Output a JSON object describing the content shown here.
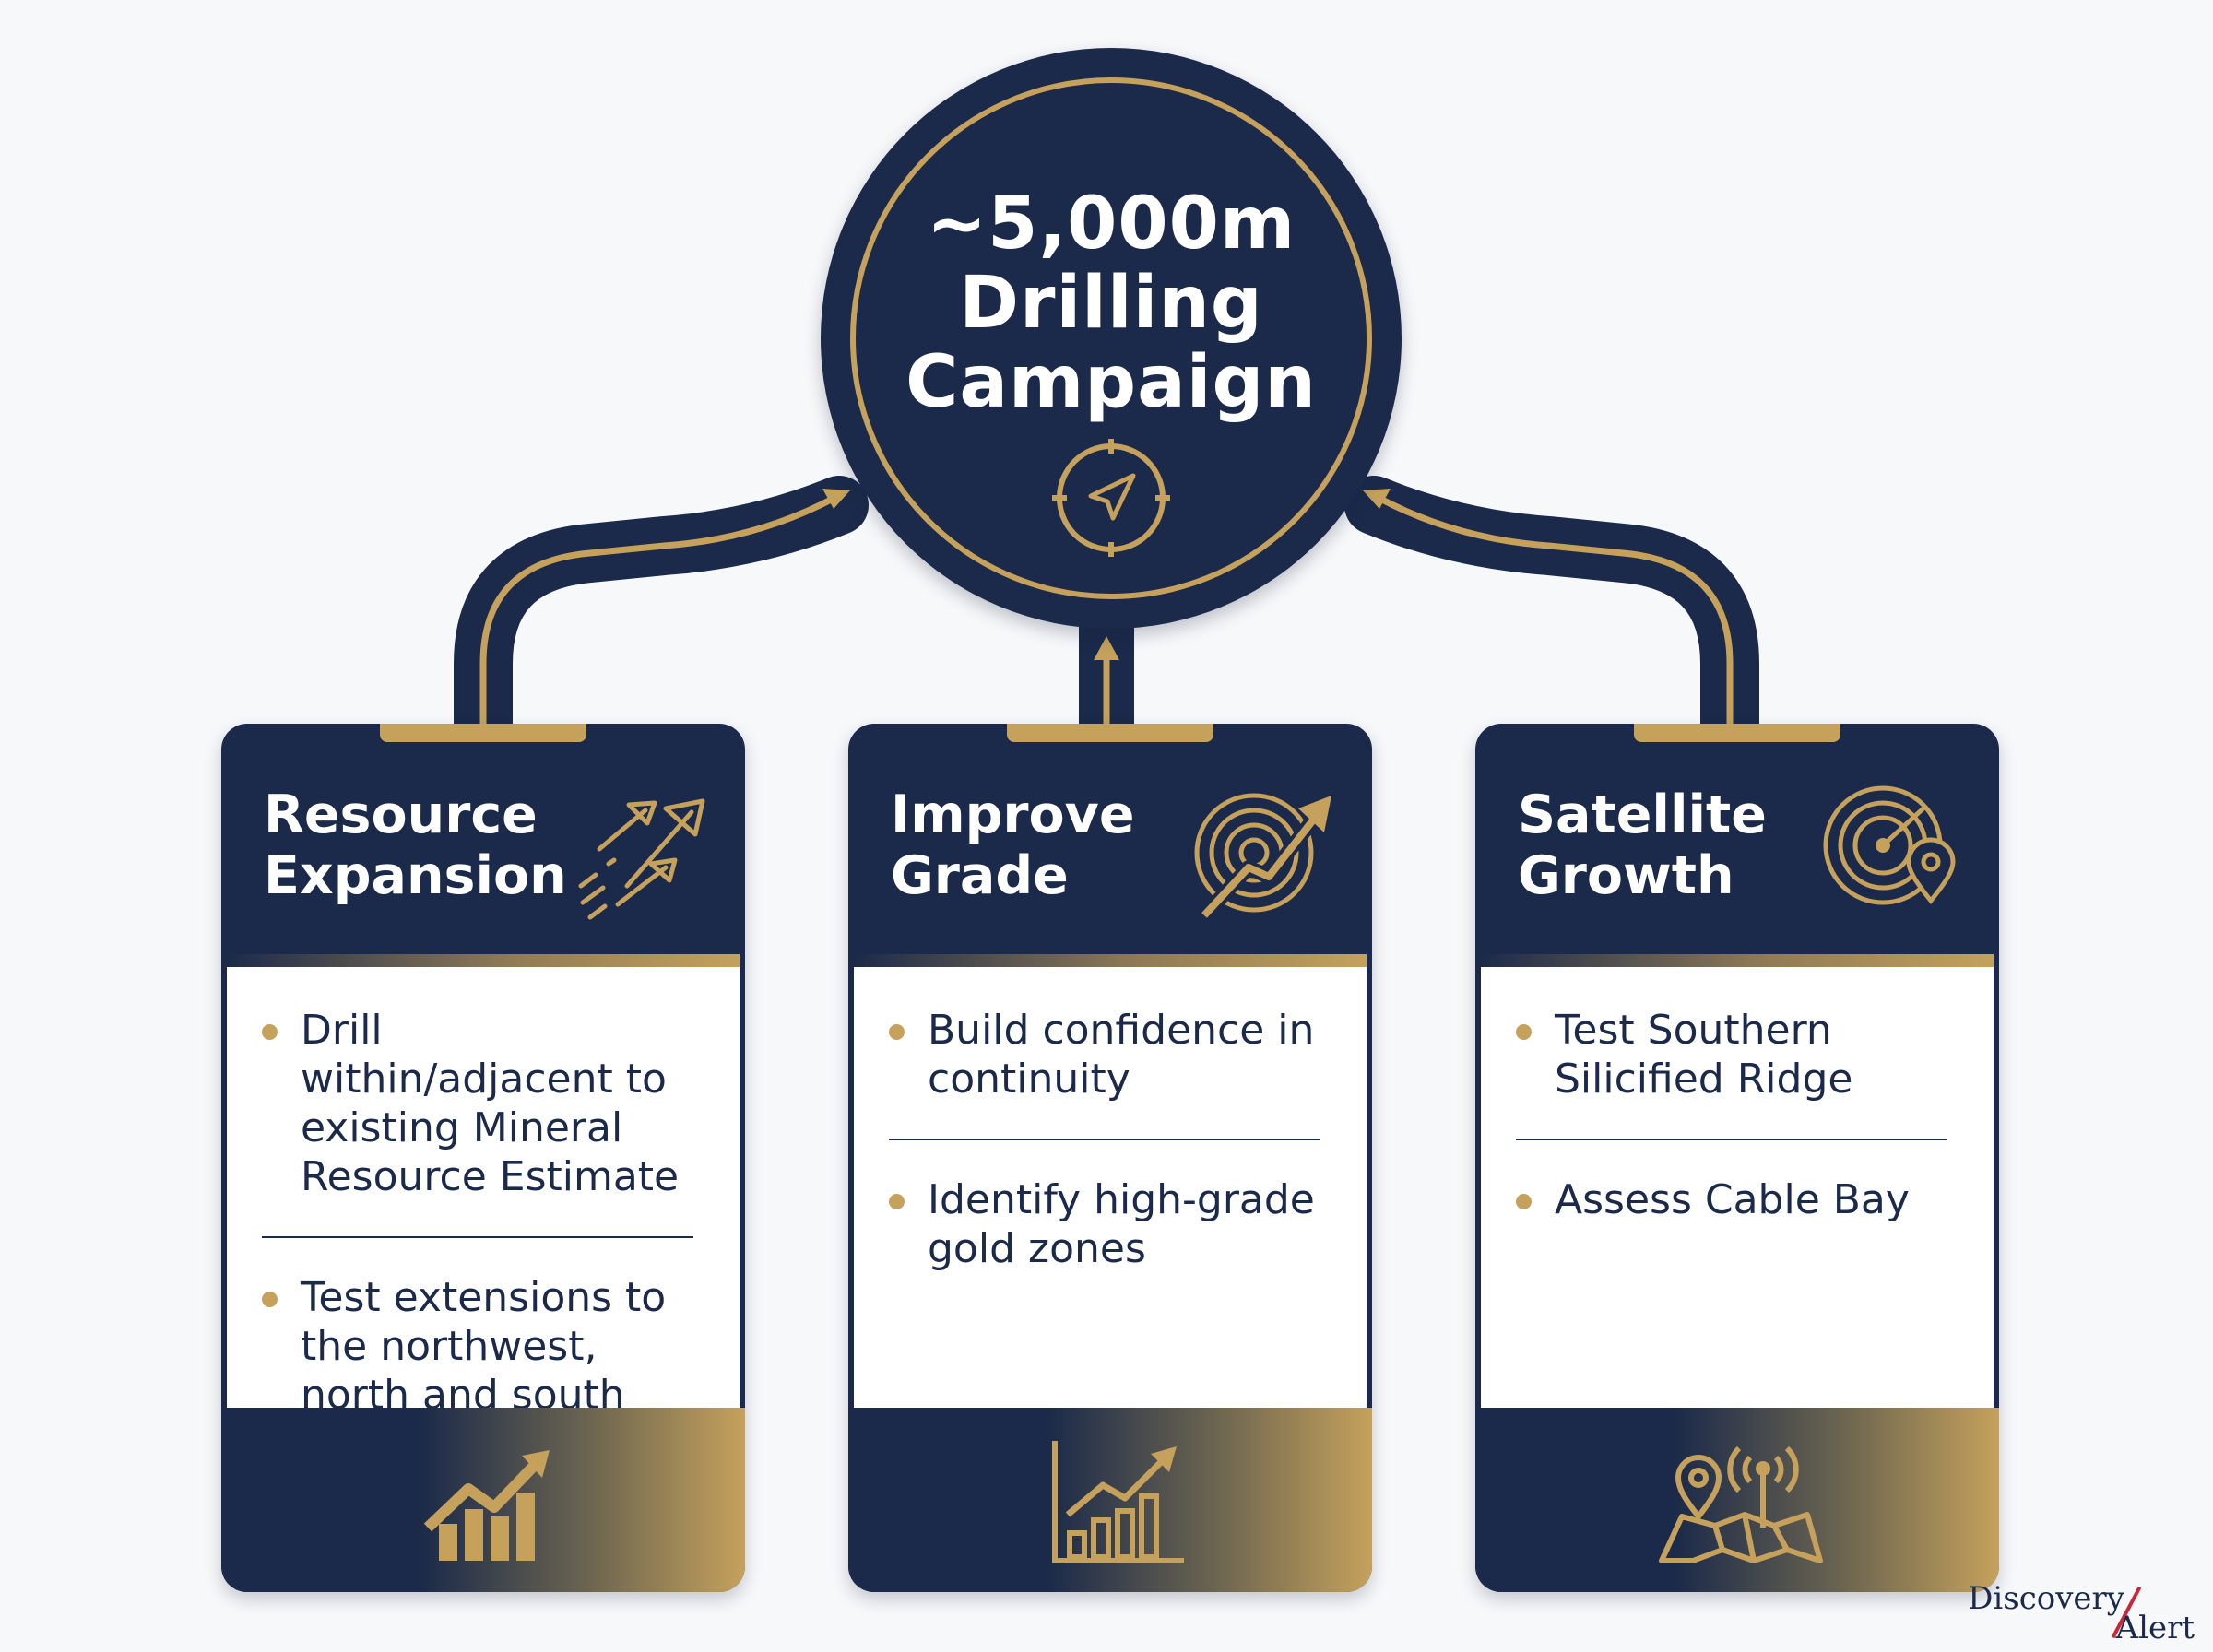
{
  "hub": {
    "title_lines": [
      "~5,000m",
      "Drilling",
      "Campaign"
    ],
    "icon": "compass-icon"
  },
  "cards": [
    {
      "title_lines": [
        "Resource",
        "Expansion"
      ],
      "header_icon": "upward-arrows-icon",
      "footer_icon": "rising-bar-chart-icon",
      "bullets": [
        "Drill within/adjacent to existing Mineral Resource Estimate",
        "Test extensions to the northwest, north and south"
      ]
    },
    {
      "title_lines": [
        "Improve",
        "Grade"
      ],
      "header_icon": "target-arrow-icon",
      "footer_icon": "growth-chart-icon",
      "bullets": [
        "Build confidence in continuity",
        "Identify high-grade gold zones"
      ]
    },
    {
      "title_lines": [
        "Satellite",
        "Growth"
      ],
      "header_icon": "radar-location-icon",
      "footer_icon": "map-signal-icon",
      "bullets": [
        "Test Southern Silicified Ridge",
        "Assess Cable Bay"
      ]
    }
  ],
  "brand": {
    "line1": "Discovery",
    "line2": "Alert"
  },
  "colors": {
    "navy": "#1b2a4a",
    "gold": "#c5a15c",
    "background": "#f7f8fa",
    "brand_red": "#c8283a"
  }
}
